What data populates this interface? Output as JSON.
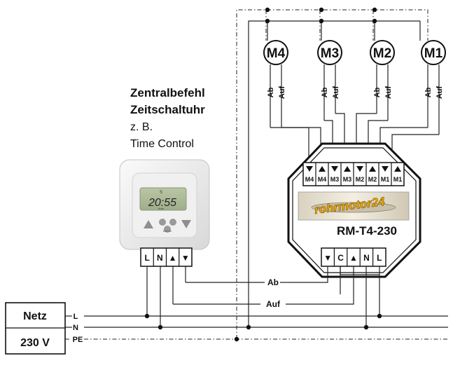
{
  "control_text": {
    "line1": "Zentralbefehl",
    "line2": "Zeitschaltuhr",
    "line3": "z. B.",
    "line4": "Time Control"
  },
  "clock_display": {
    "time": "20:55",
    "top_mark": "S",
    "small_left": "Auto",
    "button_hint": "Menue"
  },
  "motors": [
    {
      "label": "M4",
      "down": "Ab",
      "up": "Auf"
    },
    {
      "label": "M3",
      "down": "Ab",
      "up": "Auf"
    },
    {
      "label": "M2",
      "down": "Ab",
      "up": "Auf"
    },
    {
      "label": "M1",
      "down": "Ab",
      "up": "Auf"
    }
  ],
  "module": {
    "name": "RM-T4-230",
    "brand": "rohrmotor24",
    "top_terminals": [
      "M4",
      "M4",
      "M3",
      "M3",
      "M2",
      "M2",
      "M1",
      "M1"
    ],
    "bottom_terminals": [
      "▼",
      "C",
      "▲",
      "N",
      "L"
    ]
  },
  "clock_terminals": [
    "L",
    "N",
    "▲",
    "▼"
  ],
  "signal_labels": {
    "down": "Ab",
    "up": "Auf"
  },
  "supply": {
    "line1": "Netz",
    "line2": "230 V",
    "conductors": [
      "L",
      "N",
      "PE"
    ]
  }
}
